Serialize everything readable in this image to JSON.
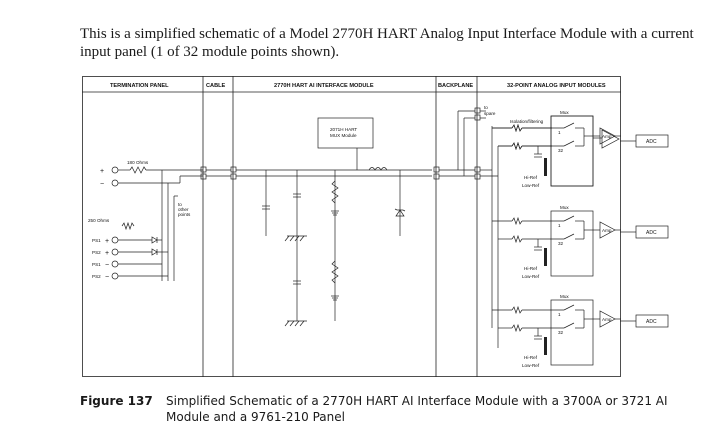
{
  "intro_text": "This is a simplified schematic of a Model 2770H HART Analog Input Interface Module with a current input panel (1 of 32 module points shown).",
  "figure": {
    "number": "Figure 137",
    "caption": "Simplified Schematic of a 2770H HART AI Interface Module with a 3700A or 3721 AI Module and a 9761-210 Panel"
  },
  "sections": {
    "termination": "TERMINATION PANEL",
    "cable": "CABLE",
    "interface": "2770H HART AI INTERFACE MODULE",
    "backplane": "BACKPLANE",
    "input_modules": "32-POINT ANALOG INPUT MODULES"
  },
  "labels": {
    "mux_module": [
      "2071H HART",
      "MUX Module"
    ],
    "ohms_180": "180 Ohms",
    "ohms_250": "250 Ohms",
    "other_points": [
      "to",
      "other",
      "points"
    ],
    "spare": [
      "to",
      "spare"
    ],
    "isolation": "Isolation/filtering",
    "mux": "Mux",
    "amp": "Amp",
    "adc": "ADC",
    "hi_ref": "Hi-Ref",
    "low_ref": "Low-Ref",
    "num_1": "1",
    "num_32": "32",
    "plus": "+",
    "minus": "−"
  },
  "power_supplies": [
    {
      "label": "PS1",
      "sign": "+"
    },
    {
      "label": "PS2",
      "sign": "+"
    },
    {
      "label": "PS1",
      "sign": "−"
    },
    {
      "label": "PS2",
      "sign": "−"
    }
  ]
}
